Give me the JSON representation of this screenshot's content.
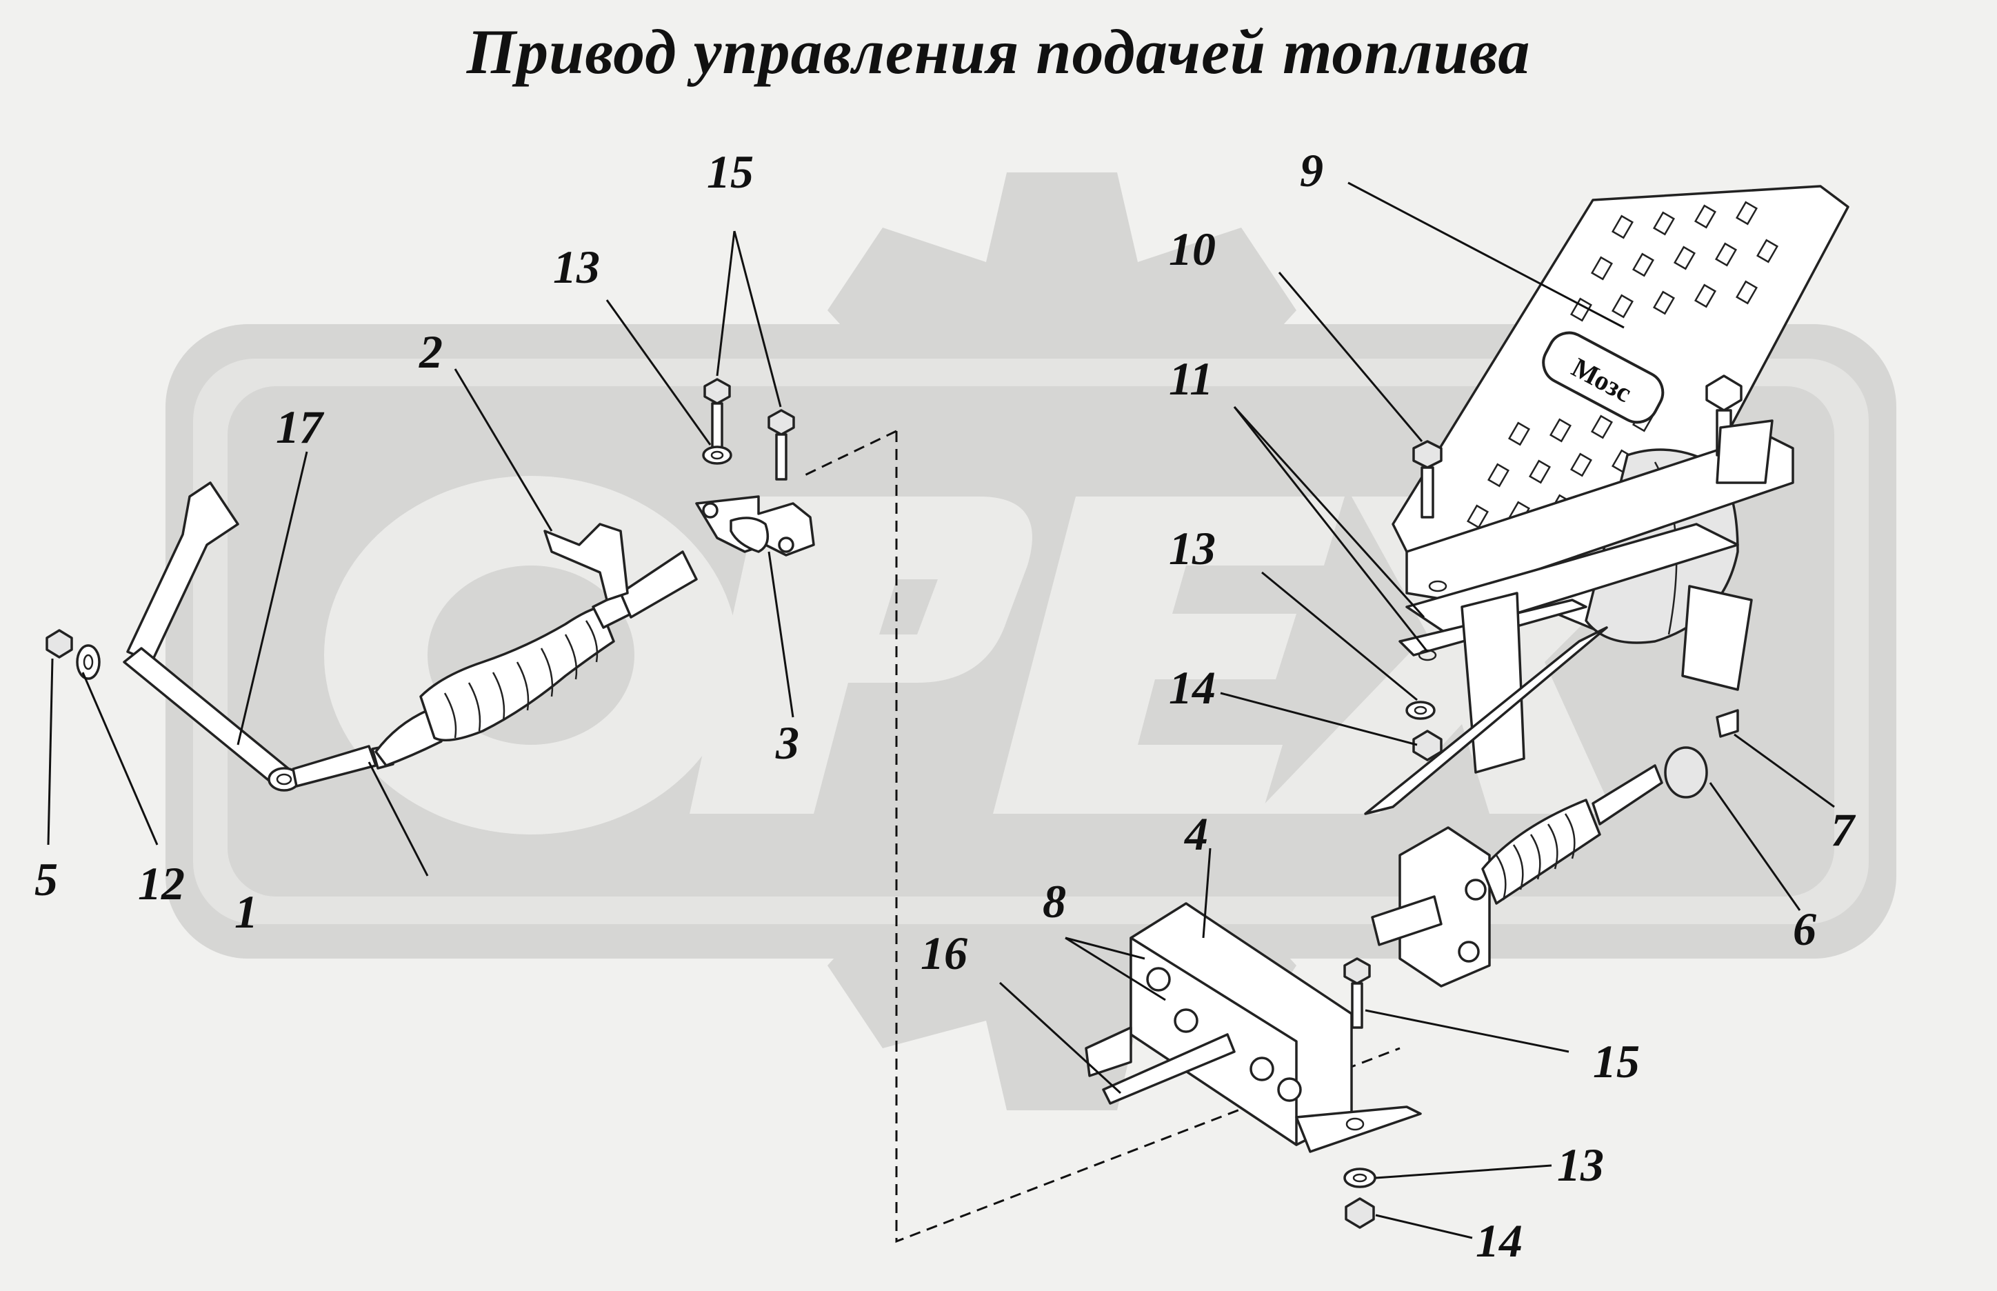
{
  "title": "Привод управления подачей топлива",
  "watermark": {
    "text": "OPEX",
    "color": "#d3d3d1"
  },
  "pedal_badge": "Мозс",
  "callouts": [
    {
      "id": "c1",
      "label": "1"
    },
    {
      "id": "c2",
      "label": "2"
    },
    {
      "id": "c3",
      "label": "3"
    },
    {
      "id": "c4",
      "label": "4"
    },
    {
      "id": "c5",
      "label": "5"
    },
    {
      "id": "c6",
      "label": "6"
    },
    {
      "id": "c7",
      "label": "7"
    },
    {
      "id": "c8",
      "label": "8"
    },
    {
      "id": "c9",
      "label": "9"
    },
    {
      "id": "c10",
      "label": "10"
    },
    {
      "id": "c11",
      "label": "11"
    },
    {
      "id": "c12",
      "label": "12"
    },
    {
      "id": "c13a",
      "label": "13"
    },
    {
      "id": "c13b",
      "label": "13"
    },
    {
      "id": "c13c",
      "label": "13"
    },
    {
      "id": "c14a",
      "label": "14"
    },
    {
      "id": "c14b",
      "label": "14"
    },
    {
      "id": "c15a",
      "label": "15"
    },
    {
      "id": "c15b",
      "label": "15"
    },
    {
      "id": "c16",
      "label": "16"
    },
    {
      "id": "c17",
      "label": "17"
    }
  ]
}
